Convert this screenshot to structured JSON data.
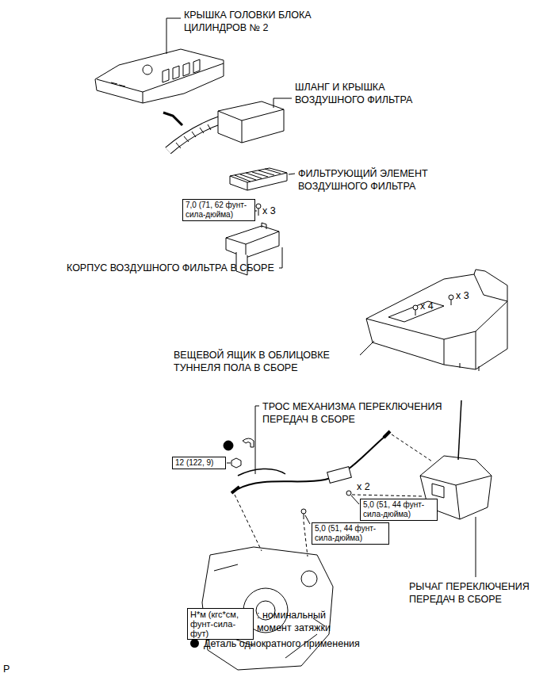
{
  "diagram": {
    "nodes": [
      {
        "text": [
          "7,0 (71, 62 фунт-сила-дюйма)"
        ]
      },
      {
        "text": [
          "12 (122, 9)"
        ]
      },
      {
        "text": [
          "5,0 (51, 44 фунт-сила-дюйма)"
        ]
      },
      {
        "text": [
          "5,0 (51, 44 фунт-сила-дюйма)"
        ]
      },
      {
        "text": [
          "Н*м (кгс*см, фунт-сила-фут)"
        ]
      }
    ],
    "labels": [
      "КРЫШКА ГОЛОВКИ БЛОКА ЦИЛИНДРОВ № 2",
      "ШЛАНГ И КРЫШКА ВОЗДУШНОГО ФИЛЬТРА",
      "ФИЛЬТРУЮЩИЙ ЭЛЕМЕНТ ВОЗДУШНОГО ФИЛЬТРА",
      "x 3",
      "КОРПУС ВОЗДУШНОГО ФИЛЬТРА В СБОРЕ",
      "x 4",
      "x 3",
      "ВЕЩЕВОЙ ЯЩИК В ОБЛИЦОВКЕ ТУННЕЛЯ ПОЛА В СБОРЕ",
      "ТРОС МЕХАНИЗМА ПЕРЕКЛЮЧЕНИЯ ПЕРЕДАЧ В СБОРЕ",
      "x 2",
      "РЫЧАГ ПЕРЕКЛЮЧЕНИЯ ПЕРЕДАЧ В СБОРЕ",
      ": номинальный момент затяжки",
      "P"
    ],
    "legend": [
      {
        "text": "Деталь однократного применения"
      }
    ]
  }
}
